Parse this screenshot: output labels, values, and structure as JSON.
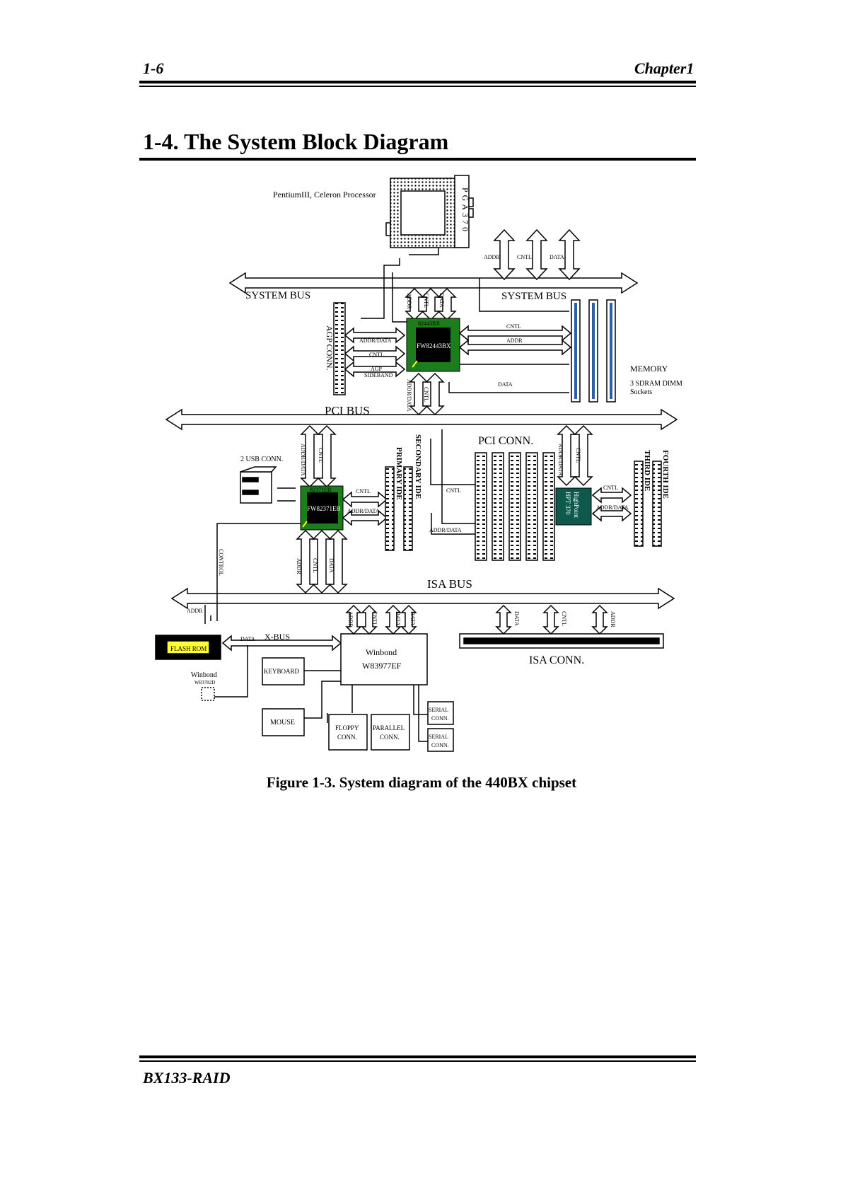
{
  "header": {
    "page_number": "1-6",
    "chapter": "Chapter1"
  },
  "section_title": "1-4. The System Block Diagram",
  "diagram": {
    "processor_label": "PentiumIII, Celeron Processor",
    "socket_label": "PGA370",
    "system_bus_left": "SYSTEM BUS",
    "system_bus_right": "SYSTEM BUS",
    "agp_conn": "AGP CONN.",
    "north_bridge_top": "82443BX",
    "north_bridge": "FW82443BX",
    "south_bridge_top": "82371EB",
    "south_bridge": "FW82371EB",
    "memory_label": "MEMORY",
    "memory_sub1": "3 SDRAM DIMM",
    "memory_sub2": "Sockets",
    "pci_bus": "PCI BUS",
    "usb_conn": "2 USB CONN.",
    "primary_ide": "PRIMARY IDE",
    "secondary_ide": "SECONDARY IDE",
    "pci_conn": "PCI CONN.",
    "third_ide": "THIRD IDE",
    "fourth_ide": "FOURTH IDE",
    "highpoint_1": "HighPoint",
    "highpoint_2": "HPT 370",
    "isa_bus": "ISA BUS",
    "flash_rom": "FLASH ROM",
    "xbus": "X-BUS",
    "winbond_small_1": "Winbond",
    "winbond_small_2": "W83782D",
    "keyboard": "KEYBOARD",
    "mouse": "MOUSE",
    "superio_1": "Winbond",
    "superio_2": "W83977EF",
    "floppy_1": "FLOPPY",
    "floppy_2": "CONN.",
    "parallel_1": "PARALLEL",
    "parallel_2": "CONN.",
    "serial_1": "SERIAL",
    "serial_2": "CONN.",
    "isa_conn": "ISA CONN.",
    "sig_addr": "ADDR",
    "sig_cntl": "CNTL",
    "sig_data": "DATA",
    "sig_addr_data": "ADDR/DATA",
    "sig_agp_1": "AGP",
    "sig_agp_2": "SIDEBAND",
    "sig_control": "CONTROL"
  },
  "caption": "Figure 1-3. System diagram of the 440BX chipset",
  "footer": {
    "model": "BX133-RAID"
  },
  "colors": {
    "chip_green": "#1d7d1d",
    "flash_yellow": "#ffff33",
    "highpoint_teal": "#0d5a4d",
    "dimm_blue": "#2b5fa8"
  }
}
